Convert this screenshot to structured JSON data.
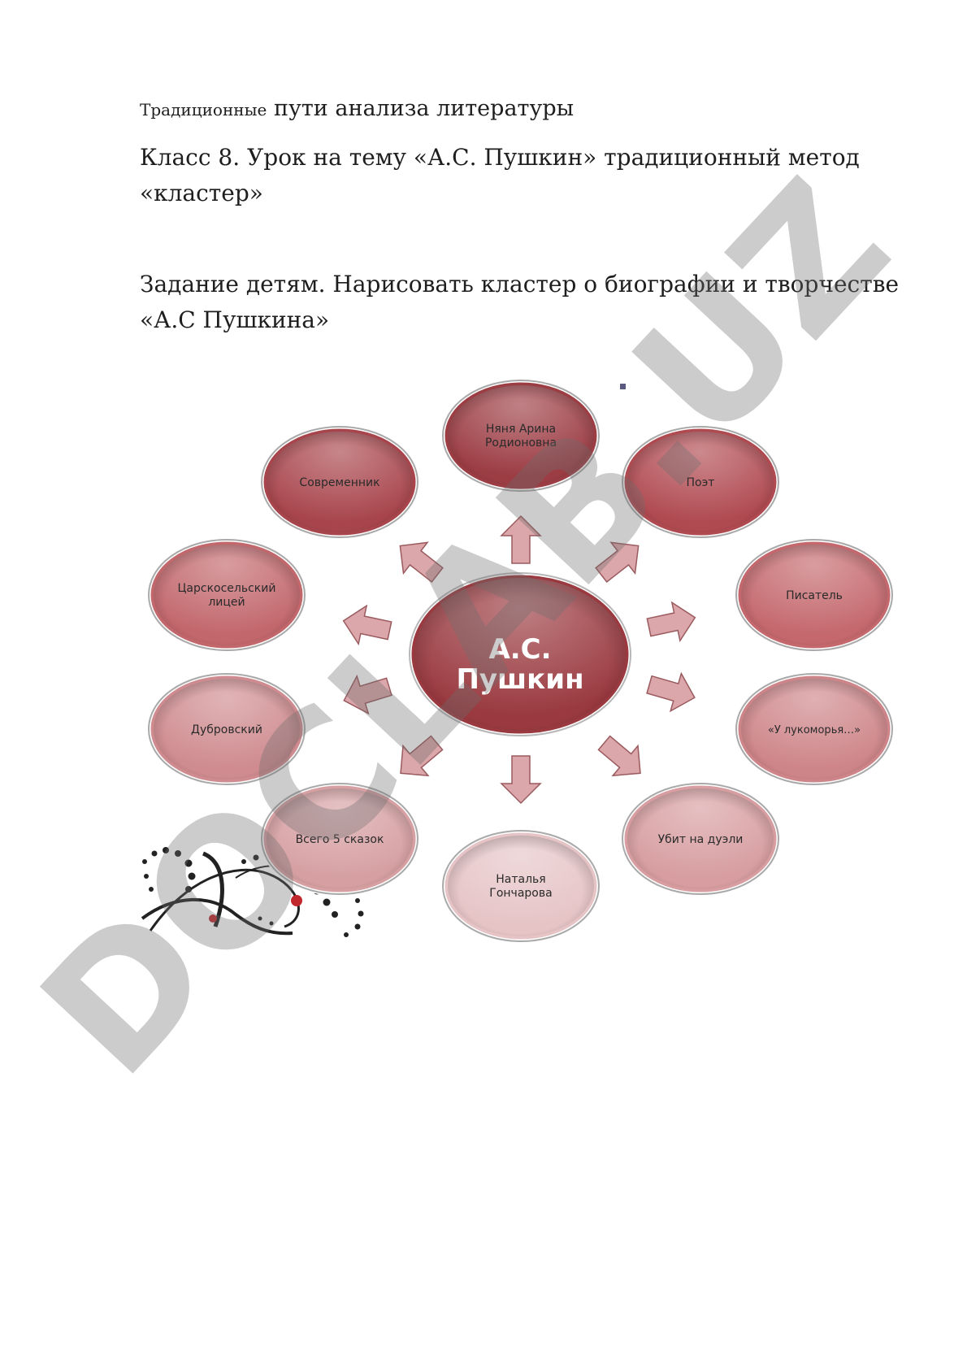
{
  "document": {
    "title_small": "Традиционные",
    "title_rest": "пути анализа литературы",
    "lesson_line1": "Класс 8. Урок на тему «А.С. Пушкин» традиционный метод",
    "lesson_line2": "«кластер»",
    "task_line1": "Задание детям. Нарисовать кластер о биографии и творчестве",
    "task_line2": "«А.С Пушкина»"
  },
  "cluster": {
    "center_line1": "А.С.",
    "center_line2": "Пушкин",
    "nodes": [
      {
        "line1": "Няня Арина",
        "line2": "Родионовна",
        "color": "#9c3d44"
      },
      {
        "line1": "Поэт",
        "line2": "",
        "color": "#b04a51"
      },
      {
        "line1": "Писатель",
        "line2": "",
        "color": "#c4686d"
      },
      {
        "line1": "«У лукоморья…»",
        "line2": "",
        "color": "#ce8589"
      },
      {
        "line1": "Убит на дуэли",
        "line2": "",
        "color": "#d79da0"
      },
      {
        "line1": "Наталья",
        "line2": "Гончарова",
        "color": "#e6c4c6"
      },
      {
        "line1": "Всего 5 сказок",
        "line2": "",
        "color": "#d69fa2"
      },
      {
        "line1": "Дубровский",
        "line2": "",
        "color": "#cf8b8f"
      },
      {
        "line1": "Царскосельский",
        "line2": "лицей",
        "color": "#c2676c"
      },
      {
        "line1": "Современник",
        "line2": "",
        "color": "#a8454c"
      }
    ]
  },
  "watermark": {
    "text": "DOCLAB.UZ"
  },
  "colors": {
    "center": "#9a3a40",
    "arrow": "#dba7aa",
    "text": "#1e1e1e"
  }
}
